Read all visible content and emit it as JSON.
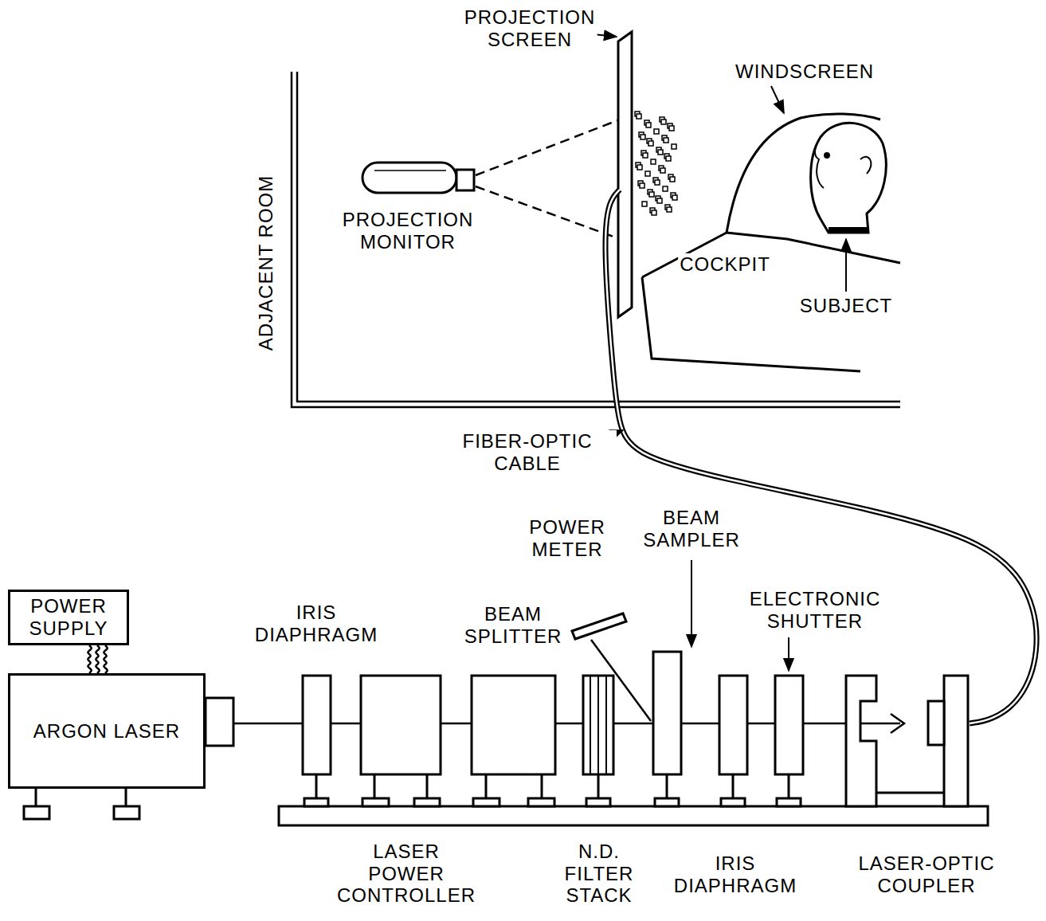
{
  "diagram": {
    "nodes": [
      {
        "text": [
          "POWER SUPPLY"
        ]
      },
      {
        "text": [
          "ARGON LASER"
        ]
      }
    ],
    "edges": [
      {
        "from": 0,
        "to": 1,
        "arrow": "none"
      }
    ],
    "labels": [
      "PROJECTION SCREEN",
      "WINDSCREEN",
      "ADJACENT ROOM",
      "PROJECTION MONITOR",
      "COCKPIT",
      "SUBJECT",
      "FIBER-OPTIC CABLE",
      "IRIS DIAPHRAGM",
      "BEAM SPLITTER",
      "POWER METER",
      "BEAM SAMPLER",
      "ELECTRONIC SHUTTER",
      "LASER POWER CONTROLLER",
      "N.D. FILTER STACK",
      "IRIS DIAPHRAGM",
      "LASER-OPTIC COUPLER"
    ]
  }
}
